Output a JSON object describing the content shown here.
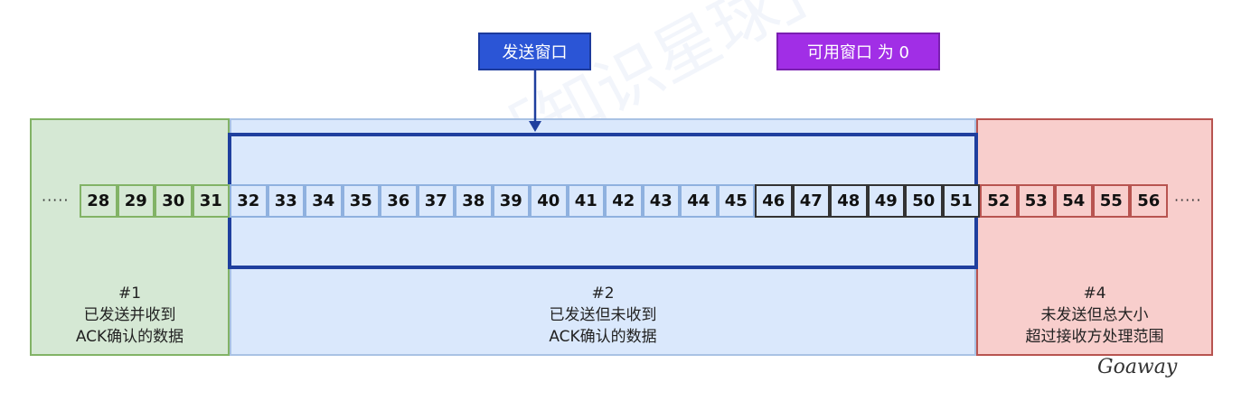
{
  "tags": {
    "send_window": "发送窗口",
    "available_window": "可用窗口 为 0"
  },
  "regions": {
    "r1": {
      "id": "#1",
      "line1": "已发送并收到",
      "line2": "ACK确认的数据"
    },
    "r2": {
      "id": "#2",
      "line1": "已发送但未收到",
      "line2": "ACK确认的数据"
    },
    "r4": {
      "id": "#4",
      "line1": "未发送但总大小",
      "line2": "超过接收方处理范围"
    }
  },
  "ellipsis": "·····",
  "sequence": [
    {
      "num": "28",
      "group": "acked"
    },
    {
      "num": "29",
      "group": "acked"
    },
    {
      "num": "30",
      "group": "acked"
    },
    {
      "num": "31",
      "group": "acked"
    },
    {
      "num": "32",
      "group": "sent"
    },
    {
      "num": "33",
      "group": "sent"
    },
    {
      "num": "34",
      "group": "sent"
    },
    {
      "num": "35",
      "group": "sent"
    },
    {
      "num": "36",
      "group": "sent"
    },
    {
      "num": "37",
      "group": "sent"
    },
    {
      "num": "38",
      "group": "sent"
    },
    {
      "num": "39",
      "group": "sent"
    },
    {
      "num": "40",
      "group": "sent"
    },
    {
      "num": "41",
      "group": "sent"
    },
    {
      "num": "42",
      "group": "sent"
    },
    {
      "num": "43",
      "group": "sent"
    },
    {
      "num": "44",
      "group": "sent"
    },
    {
      "num": "45",
      "group": "sent"
    },
    {
      "num": "46",
      "group": "sent-highlight"
    },
    {
      "num": "47",
      "group": "sent-highlight"
    },
    {
      "num": "48",
      "group": "sent-highlight"
    },
    {
      "num": "49",
      "group": "sent-highlight"
    },
    {
      "num": "50",
      "group": "sent-highlight"
    },
    {
      "num": "51",
      "group": "sent-highlight"
    },
    {
      "num": "52",
      "group": "outside"
    },
    {
      "num": "53",
      "group": "outside"
    },
    {
      "num": "54",
      "group": "outside"
    },
    {
      "num": "55",
      "group": "outside"
    },
    {
      "num": "56",
      "group": "outside"
    }
  ],
  "colors": {
    "acked_fill": "#d5e8d4",
    "sent_fill": "#dae8fc",
    "outside_fill": "#f8cecc",
    "window_border": "#1f3f9e",
    "send_tag": "#2b55d6",
    "available_tag": "#a12ee6"
  },
  "watermark": "小林coding「知识星球」",
  "signature": "Goaway"
}
